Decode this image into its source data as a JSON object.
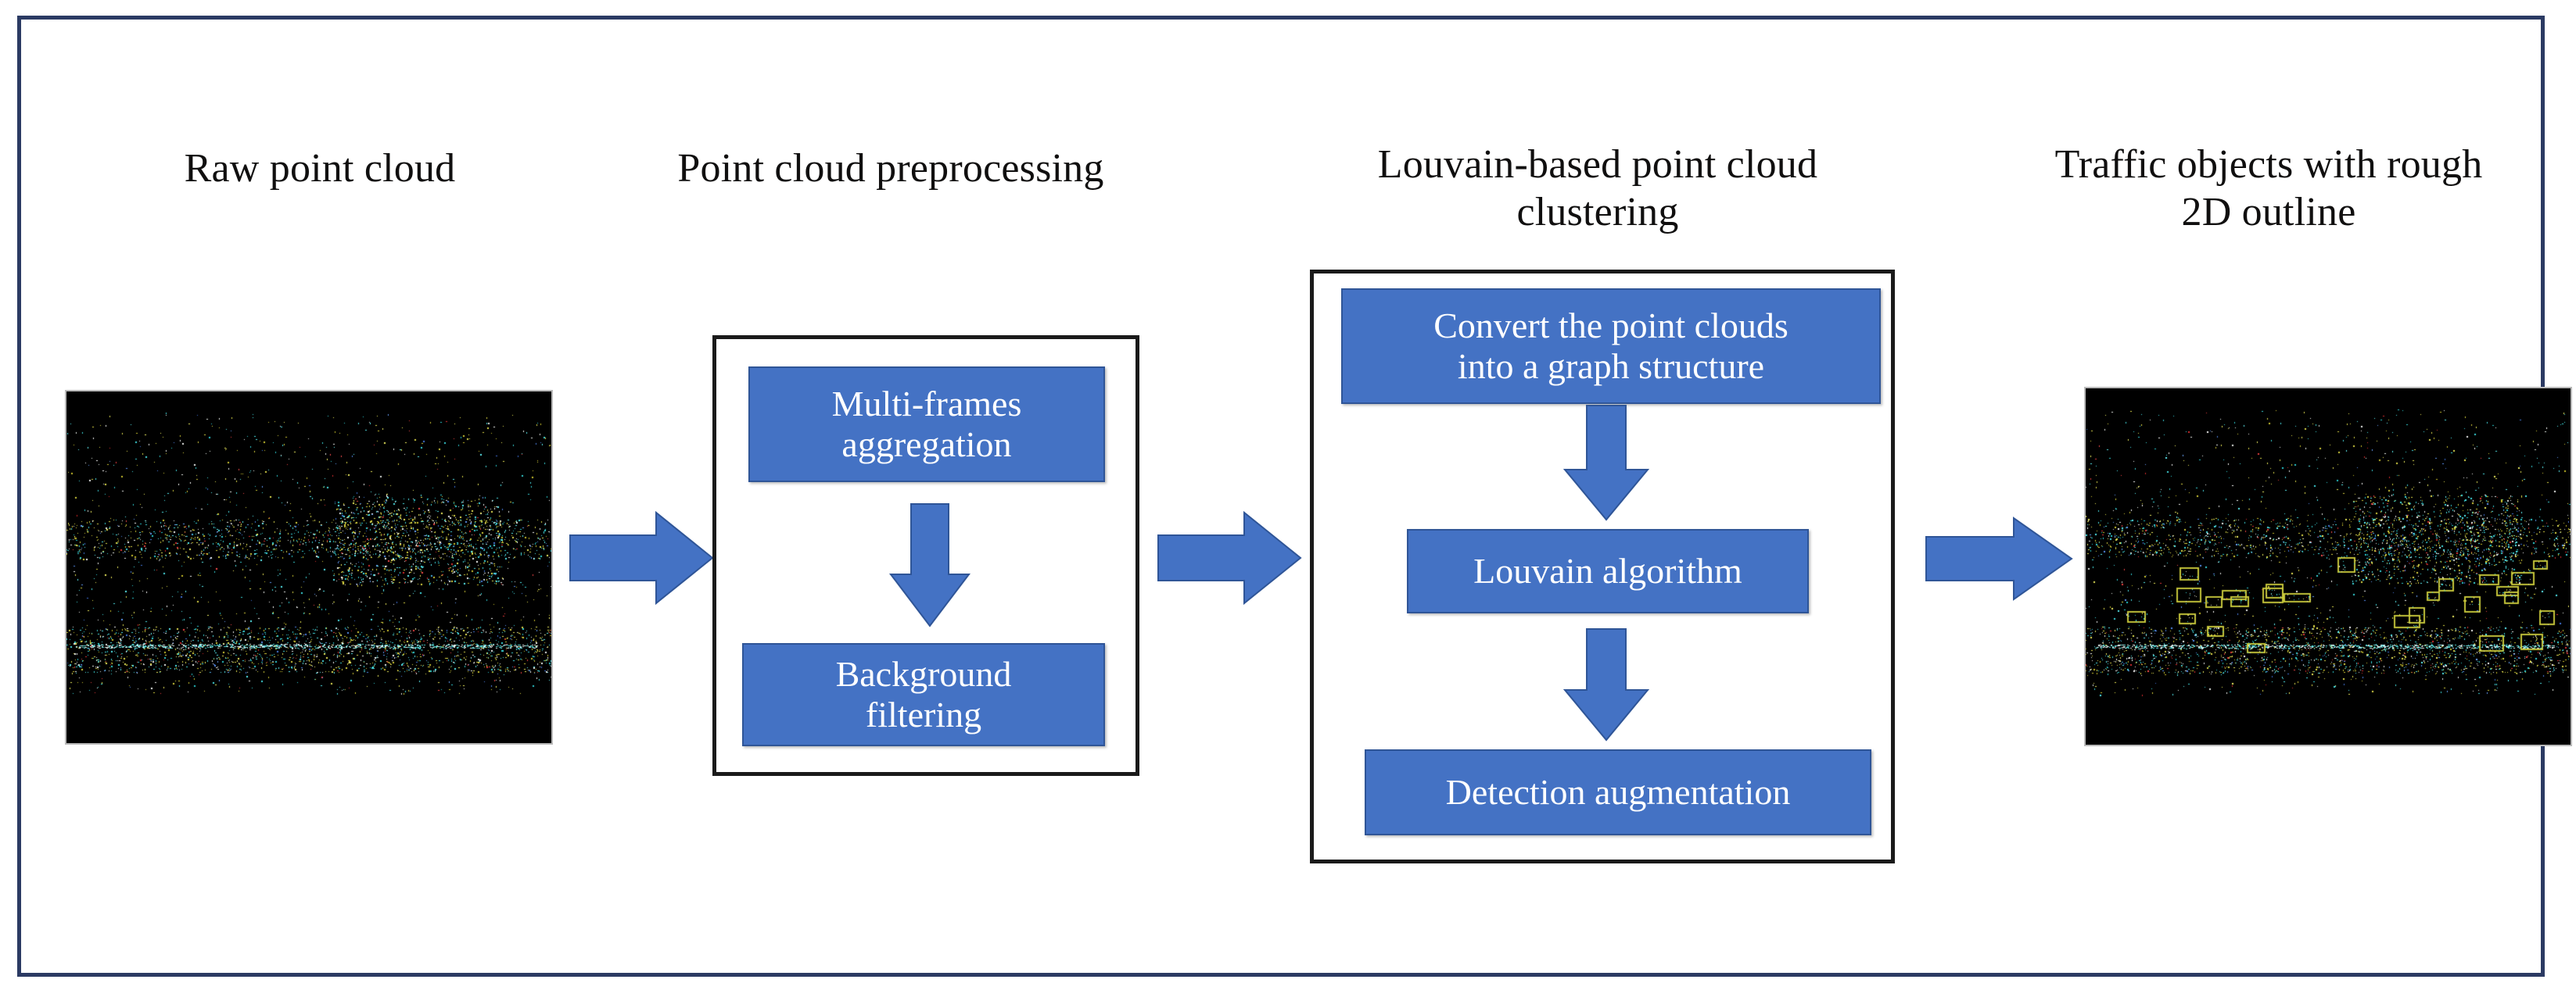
{
  "figure": {
    "border_color": "#2b3a63",
    "background": "#ffffff",
    "accent_blue": "#4472c4",
    "accent_blue_border": "#2f5597",
    "box_border_color": "#1a1a1a",
    "text_color": "#100f0f"
  },
  "headings": {
    "raw": "Raw point cloud",
    "preprocess": "Point cloud preprocessing",
    "louvain": "Louvain-based point cloud\nclustering",
    "traffic": "Traffic objects with rough\n2D outline"
  },
  "stages": {
    "preprocessing": {
      "steps": [
        {
          "label": "Multi-frames\naggregation"
        },
        {
          "label": "Background\nfiltering"
        }
      ]
    },
    "clustering": {
      "steps": [
        {
          "label": "Convert the point clouds\ninto a graph structure"
        },
        {
          "label": "Louvain algorithm"
        },
        {
          "label": "Detection augmentation"
        }
      ]
    }
  },
  "images": {
    "raw_point_cloud": {
      "alt": "raw-lidar-point-cloud",
      "background": "#000000",
      "has_boxes": false
    },
    "result_point_cloud": {
      "alt": "clustered-lidar-point-cloud-with-2d-boxes",
      "background": "#000000",
      "has_boxes": true,
      "box_color": "#c8c832"
    }
  },
  "arrows": {
    "raw_to_preprocess": "arrow-right",
    "preprocess_to_clustering": "arrow-right",
    "clustering_to_output": "arrow-right",
    "preprocess_internal": "arrow-down",
    "clustering_internal_1": "arrow-down",
    "clustering_internal_2": "arrow-down"
  }
}
